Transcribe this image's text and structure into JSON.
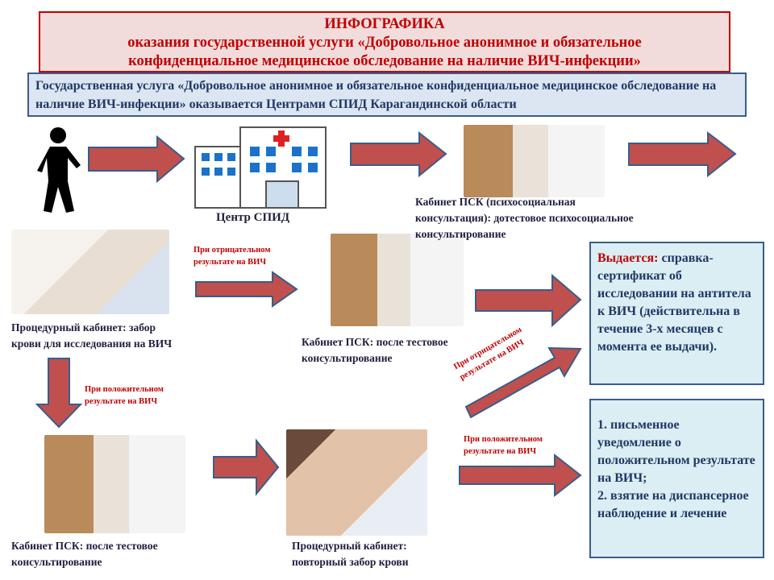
{
  "title": {
    "line1": "ИНФОГРАФИКА",
    "line2": "оказания государственной услуги «Добровольное анонимное и обязательное",
    "line3": "конфиденциальное медицинское обследование на наличие ВИЧ-инфекции»"
  },
  "intro": "Государственная услуга «Добровольное анонимное и обязательное конфиденциальное медицинское обследование на наличие ВИЧ-инфекции» оказывается Центрами СПИД Карагандинской области",
  "steps": {
    "center": "Центр СПИД",
    "psk_pre": "Кабинет ПСК (психосоциальная консультация): дотестовое психосоциальное консультирование",
    "procedure1": "Процедурный кабинет: забор крови для исследования на ВИЧ",
    "psk_post1": "Кабинет ПСК: после тестовое консультирование",
    "psk_post2": "Кабинет ПСК: после тестовое консультирование",
    "procedure2": "Процедурный кабинет: повторный забор крови"
  },
  "conditions": {
    "negative1": "При отрицательном результате на ВИЧ",
    "positive1": "При положительном результате на ВИЧ",
    "negative2": "При отрицательном результате на ВИЧ",
    "positive2": "При положительном результате на ВИЧ"
  },
  "result_negative": {
    "lead": "Выдается:",
    "text": " справка-сертификат об исследовании на антитела к ВИЧ (действительна в течение 3-х месяцев с момента ее выдачи)."
  },
  "result_positive": {
    "item1": "1. письменное уведомление о положительном результате на ВИЧ;",
    "item2": "2. взятие на диспансерное наблюдение и лечение"
  },
  "colors": {
    "arrow": "#c0504d",
    "arrow_border": "#385d8a",
    "title_red": "#c00000"
  }
}
